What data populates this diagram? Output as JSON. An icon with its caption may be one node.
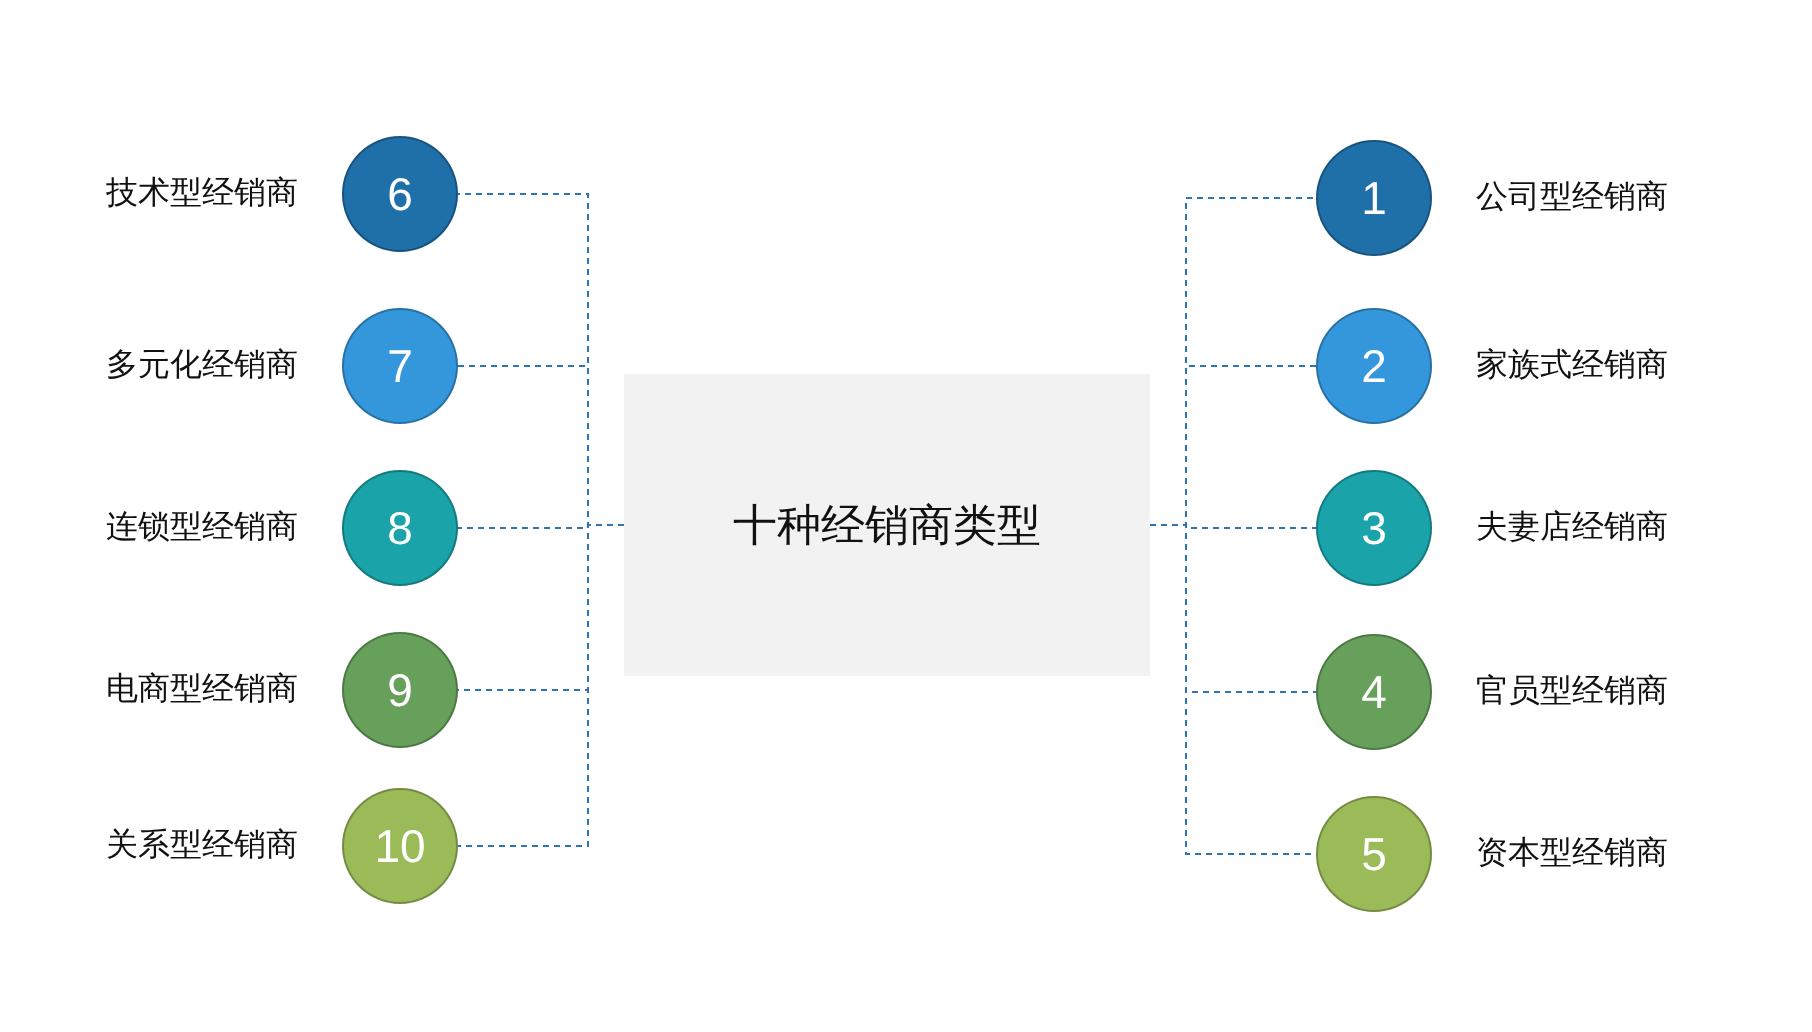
{
  "diagram": {
    "nodes": [
      {
        "text": [
          "十种经销商类型"
        ]
      },
      {
        "text": [
          "1"
        ],
        "beside": [
          "公司型经销商"
        ]
      },
      {
        "text": [
          "2"
        ],
        "beside": [
          "家族式经销商"
        ]
      },
      {
        "text": [
          "3"
        ],
        "beside": [
          "夫妻店经销商"
        ]
      },
      {
        "text": [
          "4"
        ],
        "beside": [
          "官员型经销商"
        ]
      },
      {
        "text": [
          "5"
        ],
        "beside": [
          "资本型经销商"
        ]
      },
      {
        "text": [
          "6"
        ],
        "beside": [
          "技术型经销商"
        ]
      },
      {
        "text": [
          "7"
        ],
        "beside": [
          "多元化经销商"
        ]
      },
      {
        "text": [
          "8"
        ],
        "beside": [
          "连锁型经销商"
        ]
      },
      {
        "text": [
          "9"
        ],
        "beside": [
          "电商型经销商"
        ]
      },
      {
        "text": [
          "10"
        ],
        "beside": [
          "关系型经销商"
        ]
      }
    ],
    "edges": [
      {
        "from": 0,
        "to": 1,
        "arrow": "none",
        "style": "dashed"
      },
      {
        "from": 0,
        "to": 2,
        "arrow": "none",
        "style": "dashed"
      },
      {
        "from": 0,
        "to": 3,
        "arrow": "none",
        "style": "dashed"
      },
      {
        "from": 0,
        "to": 4,
        "arrow": "none",
        "style": "dashed"
      },
      {
        "from": 0,
        "to": 5,
        "arrow": "none",
        "style": "dashed"
      },
      {
        "from": 0,
        "to": 6,
        "arrow": "none",
        "style": "dashed"
      },
      {
        "from": 0,
        "to": 7,
        "arrow": "none",
        "style": "dashed"
      },
      {
        "from": 0,
        "to": 8,
        "arrow": "none",
        "style": "dashed"
      },
      {
        "from": 0,
        "to": 9,
        "arrow": "none",
        "style": "dashed"
      },
      {
        "from": 0,
        "to": 10,
        "arrow": "none",
        "style": "dashed"
      }
    ]
  }
}
